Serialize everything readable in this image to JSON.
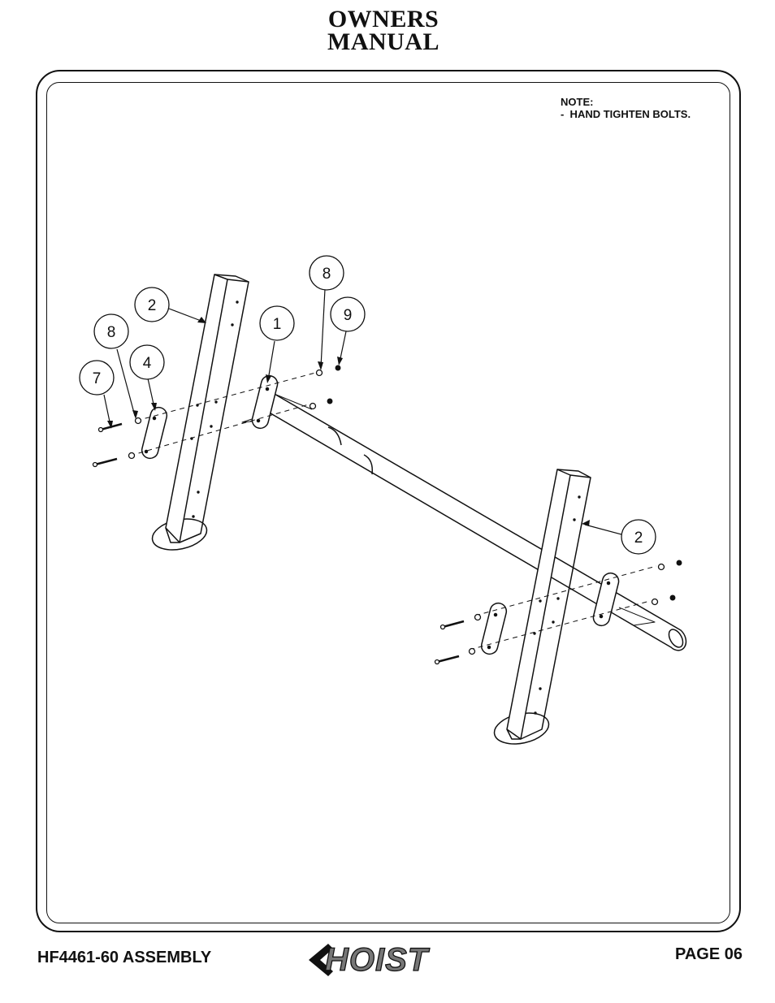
{
  "header": {
    "title_line1": "OWNERS",
    "title_line2": "MANUAL"
  },
  "note": {
    "heading": "NOTE:",
    "text": "-  HAND TIGHTEN BOLTS."
  },
  "callouts": {
    "c2_left": "2",
    "c8_left": "8",
    "c4": "4",
    "c7": "7",
    "c1": "1",
    "c8_right": "8",
    "c9": "9",
    "c2_right": "2"
  },
  "footer": {
    "model": "HF4461-60 ASSEMBLY",
    "page": "PAGE 06"
  },
  "logo": {
    "text": "HOIST"
  }
}
